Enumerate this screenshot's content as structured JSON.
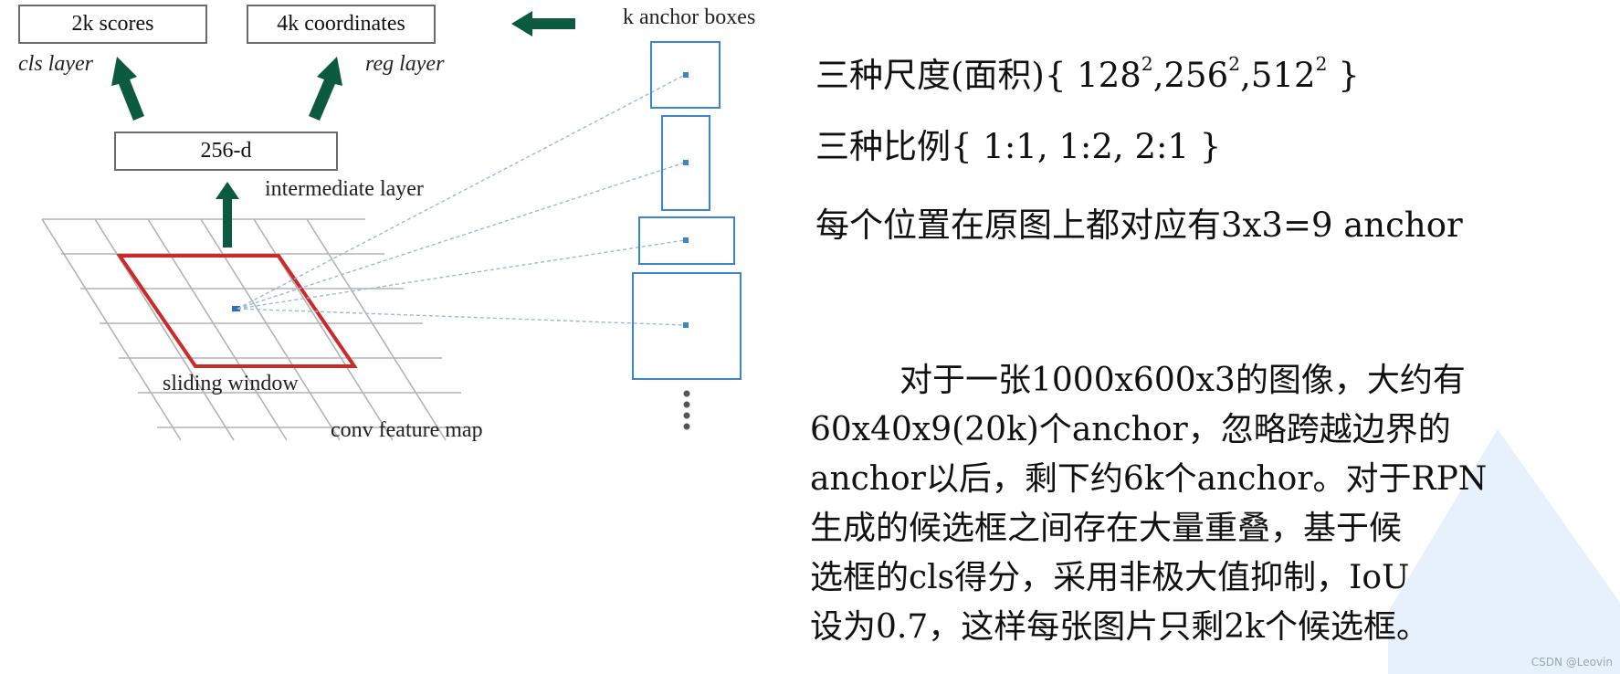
{
  "diagram": {
    "box_scores": "2k scores",
    "box_coords": "4k coordinates",
    "label_cls_layer": "cls layer",
    "label_reg_layer": "reg layer",
    "box_intermediate": "256-d",
    "label_intermediate_layer": "intermediate layer",
    "label_anchor_boxes": "k anchor boxes",
    "label_sliding_window": "sliding window",
    "label_feature_map": "conv feature map",
    "colors": {
      "arrow_green": "#0c5a3f",
      "window_red": "#cc2a2a",
      "anchor_blue": "#3a86c8",
      "grid_gray": "#b3b3b3"
    }
  },
  "right_text": {
    "scales_prefix": "三种尺度(面积){ ",
    "scale_values": [
      "128",
      "256",
      "512"
    ],
    "scale_exp": "2",
    "scales_suffix": " }",
    "ratios": "三种比例{ 1:1, 1:2, 2:1 }",
    "positions": "每个位置在原图上都对应有3x3=9 anchor",
    "paragraph": [
      "对于一张1000x600x3的图像，大约有",
      "60x40x9(20k)个anchor，忽略跨越边界的",
      "anchor以后，剩下约6k个anchor。对于RPN",
      "生成的候选框之间存在大量重叠，基于候",
      "选框的cls得分，采用非极大值抑制，IoU",
      "设为0.7，这样每张图片只剩2k个候选框。"
    ]
  },
  "watermark": "CSDN @Leovin"
}
